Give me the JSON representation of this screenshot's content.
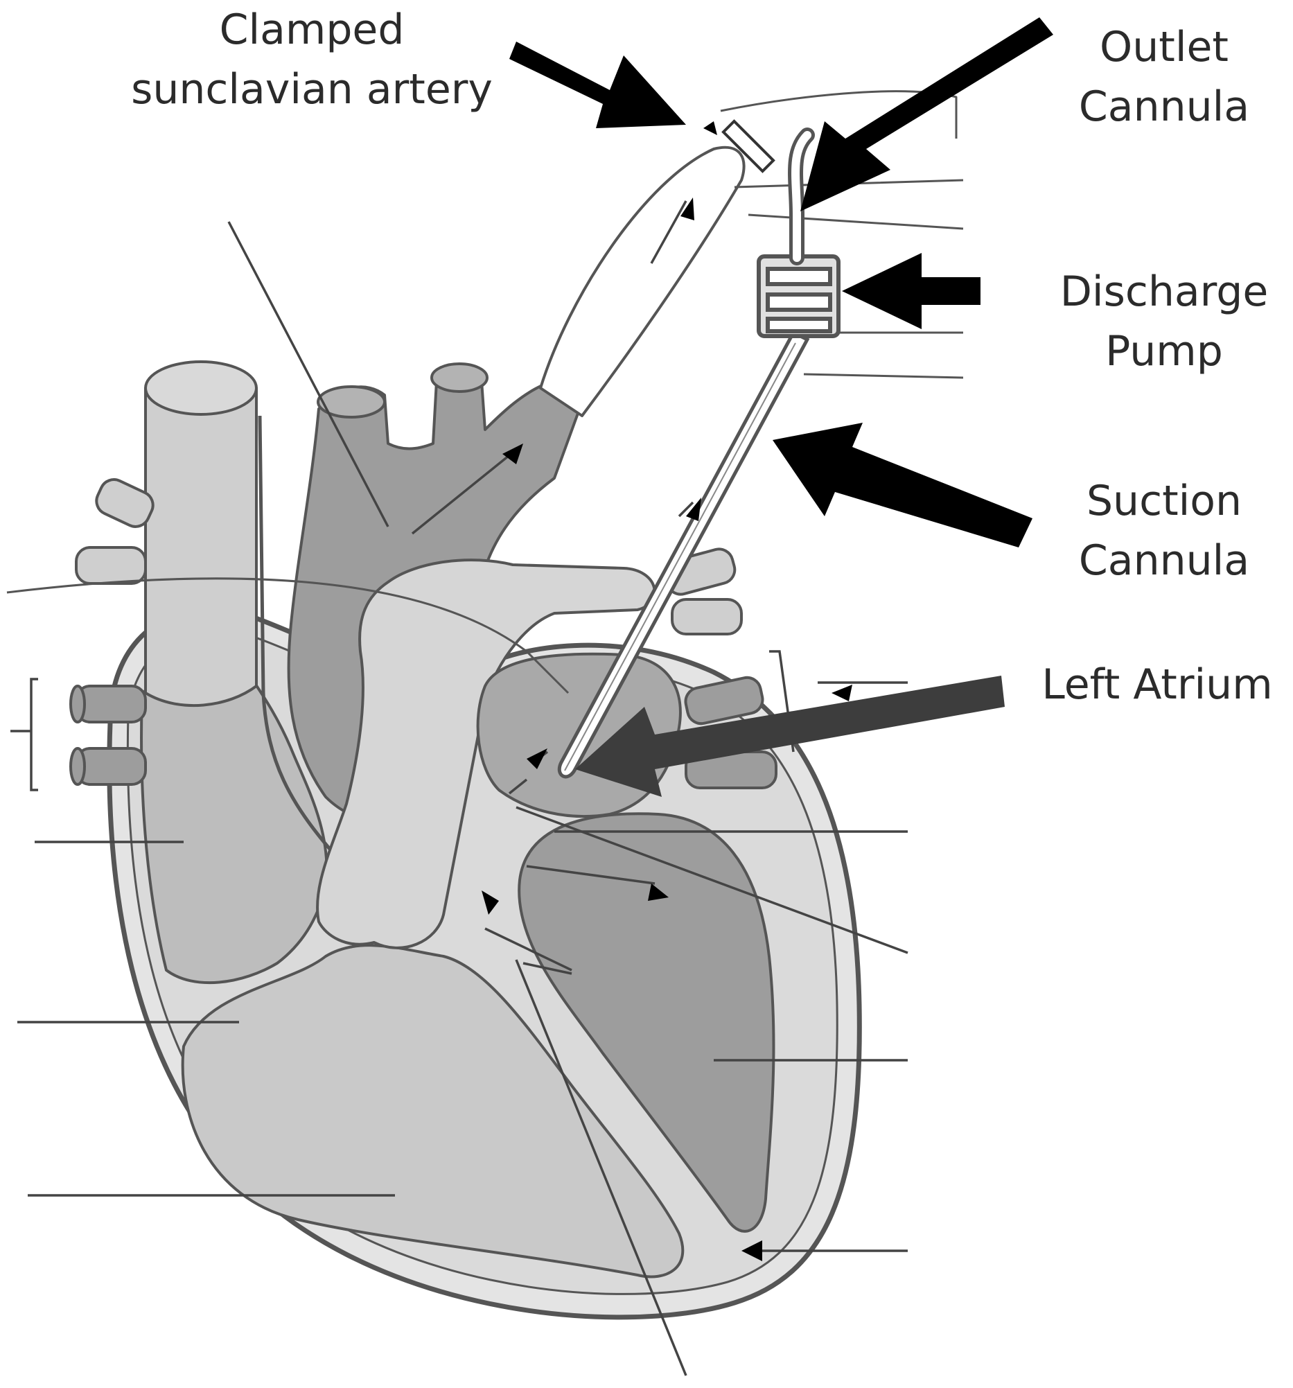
{
  "labels": {
    "clamped": {
      "line1": "Clamped",
      "line2": "sunclavian artery"
    },
    "outlet": {
      "line1": "Outlet",
      "line2": "Cannula"
    },
    "discharge": {
      "line1": "Discharge",
      "line2": "Pump"
    },
    "suction": {
      "line1": "Suction",
      "line2": "Cannula"
    },
    "left_atrium": "Left Atrium"
  },
  "colors": {
    "background": "#ffffff",
    "line": "#555555",
    "arrow": "#000000",
    "arrow_left_atrium": "#3d3d3d",
    "vessel_light": "#d6d6d6",
    "vessel_mid": "#b9b9b9",
    "vessel_dark": "#9d9d9d",
    "pericardium": "#e4e4e4",
    "text": "#2b2b2b"
  }
}
